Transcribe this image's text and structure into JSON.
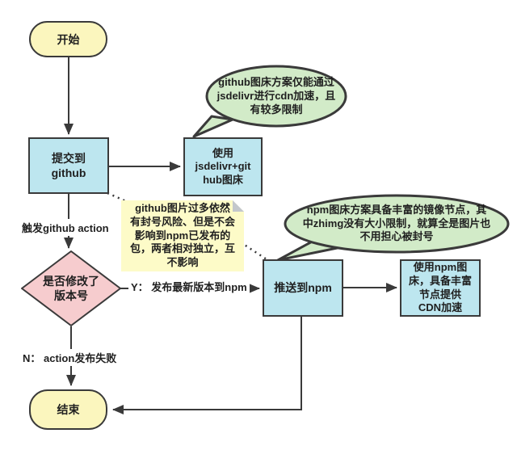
{
  "diagram": {
    "type": "flowchart",
    "colors": {
      "canvas_bg": "#FFFFFF",
      "stroke": "#3A3A3A",
      "text": "#1F1F1F",
      "terminal_fill": "#FBF6BE",
      "process_fill": "#BDE6EF",
      "decision_fill": "#F6CCCE",
      "bubble_fill": "#D2EBC8",
      "note_fill": "#FDFBC8",
      "note_fold": "#C3C7CC",
      "label_bg": "#FFFFFF"
    },
    "nodes": {
      "start": {
        "label": "开始"
      },
      "submit_github": {
        "label": "提交到\ngithub"
      },
      "use_jsdelivr": {
        "label": "使用\njsdelivr+git\nhub图床"
      },
      "decision": {
        "label": "是否修改了\n版本号"
      },
      "push_npm": {
        "label": "推送到npm"
      },
      "use_npm": {
        "label": "使用npm图\n床，具备丰富\n节点提供\nCDN加速"
      },
      "end": {
        "label": "结束"
      }
    },
    "edge_labels": {
      "trigger": "触发github action",
      "yes": "Y： 发布最新版本到npm",
      "no": "N： action发布失败"
    },
    "callouts": {
      "github_bubble": "github图床方案仅能通过\njsdelivr进行cdn加速，且\n有较多限制",
      "npm_bubble": "npm图床方案具备丰富的镜像节点，其\n中zhimg没有大小限制，就算全是图片也\n不用担心被封号",
      "note": "github图片过多依然\n有封号风险、但是不会\n影响到npm已发布的\n包，两者相对独立，互\n不影响"
    }
  }
}
